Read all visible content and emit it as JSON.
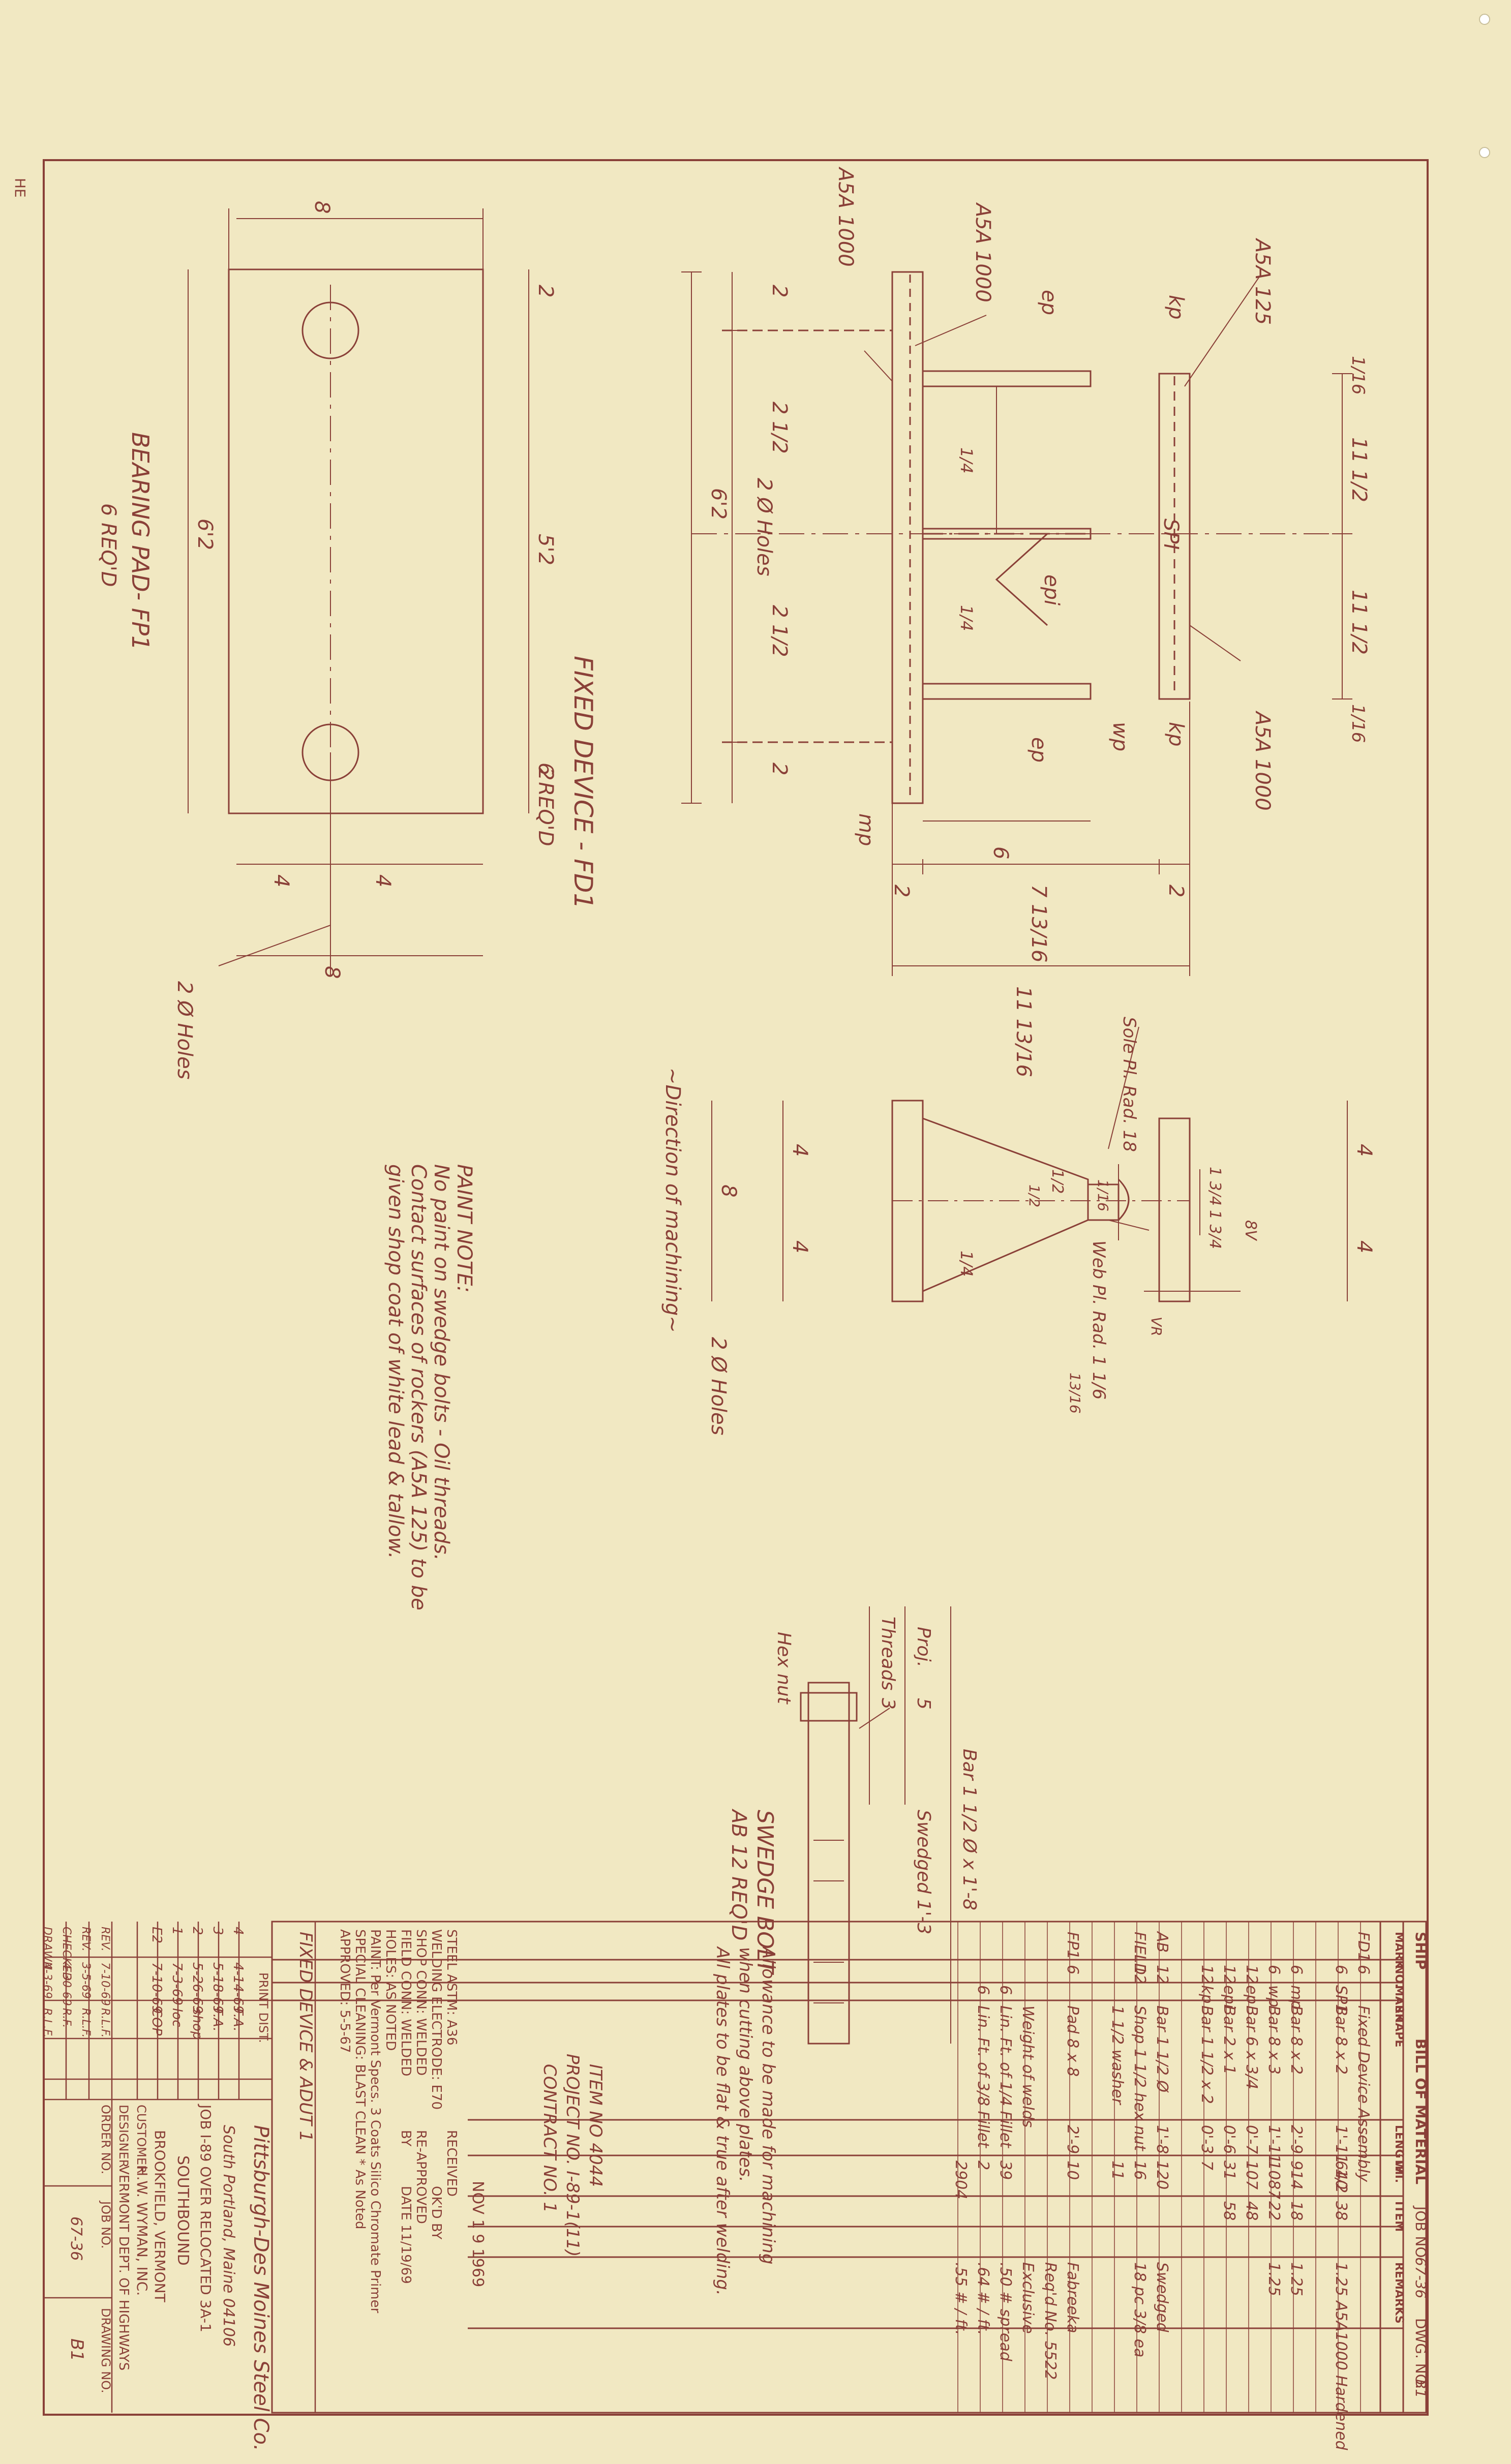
{
  "sheet": {
    "ink_color": "#8a4038",
    "paper_color": "#f1e8c2",
    "stamp_text": "HE"
  },
  "front_view": {
    "labels": {
      "asa125": "A5A 125",
      "asa1000_right": "A5A 1000",
      "asa1000_top": "A5A 1000",
      "asa1000_left": "A5A 1000",
      "kp_top": "kp",
      "kp_bot": "kp",
      "ep_top": "ep",
      "ep_bot": "ep",
      "epi": "epi",
      "wp": "wp",
      "mp": "mp",
      "spi": "SPI",
      "two_holes": "2 Ø Holes",
      "fillet_a": "1/4",
      "fillet_b": "1/4"
    },
    "dims": {
      "d_16a": "1/16",
      "d_11_5a": "11 1/2",
      "d_11_5b": "11 1/2",
      "d_16b": "1/16",
      "d_2a": "2",
      "d_2_5a": "2 1/2",
      "d_2_5b": "2 1/2",
      "d_2b": "2",
      "d_6_2": "6'2",
      "d_6": "6",
      "d_2c": "2",
      "d_7": "7 13/16",
      "d_2d": "2",
      "d_11": "11 13/16"
    },
    "title": "FIXED DEVICE - FD1",
    "qty": "6 REQ'D"
  },
  "side_view": {
    "labels": {
      "sole_plate": "Sole Pl. Rad. 18",
      "web_plate": "Web Pl. Rad. 1 1/6",
      "two_holes": "2 Ø Holes",
      "direction": "~Direction of machining~",
      "fillet": "1/4"
    },
    "dims": {
      "d_4a": "4",
      "d_4b": "4",
      "d_4c": "4",
      "d_4d": "4",
      "d_8": "8",
      "d_1_75a": "1 3/4",
      "d_1_75b": "1 3/4",
      "d_half": "1/2",
      "d_8v": "8V",
      "d_1_16": "1/16",
      "d_12": "1/2",
      "d_vr": "VR",
      "d_top": "13/16"
    }
  },
  "bearing_pad": {
    "dims": {
      "d_8top": "8",
      "d_2a": "2",
      "d_5_2": "5'2",
      "d_2b": "2",
      "d_6_2": "6'2",
      "d_4a": "4",
      "d_4b": "4",
      "d_8bot": "8"
    },
    "holes": "2 Ø Holes",
    "title": "BEARING PAD- FP1",
    "qty": "6 REQ'D"
  },
  "paint_note": {
    "heading": "PAINT NOTE:",
    "lines": [
      "No paint on swedge bolts - Oil threads.",
      "Contact surfaces of rockers (A5A 125) to be",
      "given shop coat of white lead & tallow."
    ]
  },
  "swedge_bolt": {
    "dims": {
      "bar": "Bar 1 1/2 Ø x 1'-8",
      "swedged": "Swedged 1'-3",
      "five": "5",
      "proj": "Proj.",
      "three": "3",
      "threads": "Threads"
    },
    "hex_nut": "Hex nut",
    "title": "SWEDGE BOLT",
    "qty": "AB  12 REQ'D"
  },
  "bom": {
    "title": "BILL OF MATERIAL",
    "ship": "SHIP",
    "job_no_label": "JOB NO.",
    "job_no": "67-36",
    "dwg_no_label": "DWG. NO.",
    "dwg_no": "B1",
    "headers": [
      "MARK",
      "NO.",
      "MARK",
      "SHAPE",
      "LENGTH",
      "WT.",
      "ITEM",
      "REMARKS"
    ],
    "rows": [
      [
        "FD1",
        "6",
        "",
        "Fixed Device Assembly",
        "",
        "",
        "",
        ""
      ],
      [
        "",
        "6",
        "SP1",
        "Bar 8 x 2",
        "1'-11 1/2",
        "640",
        "38",
        "1.25 A5A1000 Hardened"
      ],
      [
        "",
        "",
        "",
        "",
        "",
        "",
        "",
        ""
      ],
      [
        "",
        "6",
        "mp",
        "Bar 8 x 2",
        "2'-9",
        "914",
        "18",
        "1.25"
      ],
      [
        "",
        "6",
        "wp",
        "Bar 8 x 3",
        "1'-11",
        "1087",
        "22",
        "1.25"
      ],
      [
        "",
        "12",
        "ep",
        "Bar 6 x 3/4",
        "0'-7",
        "107",
        "48",
        ""
      ],
      [
        "",
        "12",
        "epi",
        "Bar 2 x 1",
        "0'-6",
        "31",
        "58",
        ""
      ],
      [
        "",
        "12",
        "kp",
        "Bar 1 1/2 x 2",
        "0'-3",
        "7",
        "",
        ""
      ],
      [
        "",
        "",
        "",
        "",
        "",
        "",
        "",
        ""
      ],
      [
        "AB",
        "12",
        "",
        "Bar 1 1/2 Ø",
        "1'-8",
        "120",
        "",
        "Swedged"
      ],
      [
        "FIELD",
        "12",
        "",
        "Shop 1 1/2 hex nut",
        "",
        "16",
        "",
        "18 pc 3/8 ea"
      ],
      [
        "",
        "",
        "",
        "1 1/2 washer",
        "",
        "11",
        "",
        ""
      ],
      [
        "",
        "",
        "",
        "",
        "",
        "",
        "",
        ""
      ],
      [
        "FP1",
        "6",
        "",
        "Pad 8 x 8",
        "2'-9",
        "10",
        "",
        "Fabreeka"
      ],
      [
        "",
        "",
        "",
        "",
        "",
        "",
        "",
        "Req'd No. 5522"
      ],
      [
        "",
        "",
        "",
        "Weight of welds",
        "",
        "",
        "",
        "Exclusive"
      ],
      [
        "",
        "",
        "6",
        "Lin. Ft. of 1/4 Fillet",
        "",
        "39",
        "",
        ".50 # spread"
      ],
      [
        "",
        "",
        "6",
        "Lin. Ft. of 3/8 Fillet",
        "",
        "2",
        "",
        ".64 # / ft."
      ],
      [
        "",
        "",
        "",
        "",
        "",
        "2904",
        "",
        ".55 # / ft."
      ]
    ],
    "notes": [
      "Allowance to be made for machining",
      "when cutting above plates.",
      "All plates to be flat & true after welding."
    ],
    "item": "ITEM NO 4044",
    "project": "PROJECT NO. I-89-1(11)",
    "contract": "CONTRACT NO. 1"
  },
  "spec_block": {
    "lines": [
      "STEEL ASTM: A36",
      "WELDING ELECTRODE: E70",
      "SHOP CONN: WELDED",
      "FIELD CONN: WELDED",
      "HOLES: AS NOTED",
      "PAINT: Per Vermont Specs. 3 Coats Silico Chromate Primer",
      "SPECIAL CLEANING: BLAST CLEAN  * As Noted",
      "APPROVED: 5-5-67"
    ],
    "received": "RECEIVED",
    "received_stamp": "NOV 1 9 1969",
    "okd_by": "OK'D BY",
    "approved_by": "RE-APPROVED",
    "by": "BY",
    "date": "DATE 11/19/69"
  },
  "title_block": {
    "subject": "FIXED DEVICE & ADUT 1",
    "company": "Pittsburgh-Des Moines Steel Co.",
    "company_line2": "South Portland, Maine 04106",
    "job_line": "JOB I-89 OVER RELOCATED 3A-1",
    "south": "SOUTHBOUND",
    "location": "BROOKFIELD, VERMONT",
    "customer_label": "CUSTOMER",
    "customer": "H.W. WYMAN, INC.",
    "designer_label": "DESIGNER",
    "designer": "VERMONT DEPT. OF HIGHWAYS",
    "order_label": "ORDER NO.",
    "job_label": "JOB NO.",
    "job": "67-36",
    "drawing_label": "DRAWING NO.",
    "drawing": "B1",
    "print_dist": "PRINT DIST.",
    "revisions": [
      [
        "4",
        "4-14-69",
        "F.A."
      ],
      [
        "3",
        "5-18-69",
        "F.A."
      ],
      [
        "2",
        "5-26-69",
        "shop"
      ],
      [
        "1",
        "7-3-69",
        "loc"
      ],
      [
        "E2",
        "7-10-69",
        "COP"
      ]
    ],
    "signoffs": [
      [
        "REV.",
        "7-10-69",
        "R.L.F."
      ],
      [
        "REV.",
        "3-5-69",
        "R.L.F."
      ],
      [
        "CHECKED",
        "4-30-69",
        "R.F."
      ],
      [
        "DRAWN",
        "4-3-69",
        "R.L.F."
      ]
    ]
  }
}
